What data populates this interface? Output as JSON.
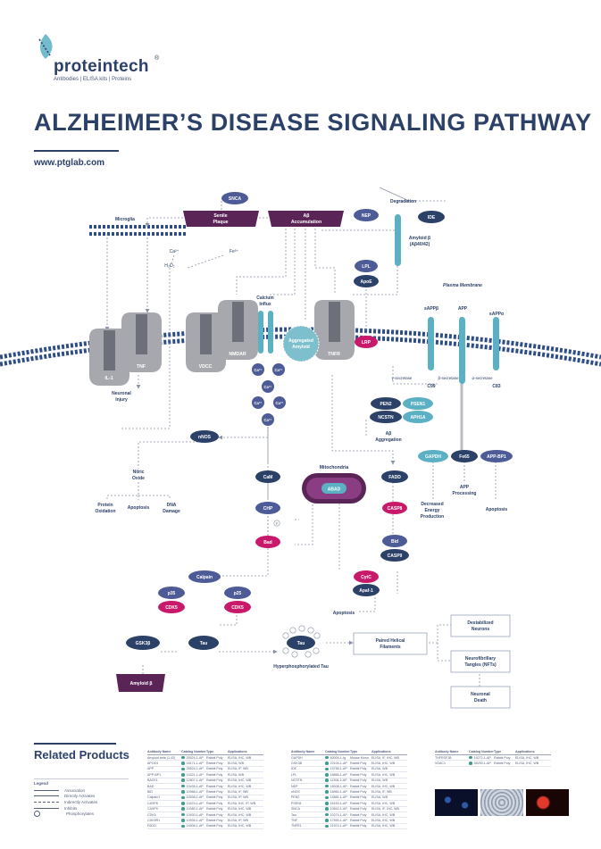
{
  "brand": {
    "name": "proteintech",
    "registered": "®",
    "tagline": "Antibodies  |  ELISA kits  |  Proteins"
  },
  "title": "ALZHEIMER’S DISEASE SIGNALING PATHWAY",
  "website": "www.ptglab.com",
  "colors": {
    "navy": "#2c4168",
    "slate": "#4d5b96",
    "purple_dark": "#5b2457",
    "magenta": "#c8196b",
    "teal": "#5bb0c4",
    "teal_light": "#7dbfcc",
    "gray_receptor": "#a7a8ad",
    "membrane": "#2e4d86"
  },
  "diagram": {
    "top": {
      "snca": "SNCA",
      "senile_plaque": [
        "Senile",
        "Plaque"
      ],
      "ab_accumulation": [
        "Aβ",
        "Accumulation"
      ],
      "nep": "NEP",
      "ide": "IDE",
      "degradation": "Degradation",
      "microglia": "Microglia",
      "ca": "Ca²⁺",
      "fe": "Fe³⁺",
      "h2o2": "H₂O₂",
      "amyloid_beta_ab": [
        "Amyloid β",
        "(Aβ40/42)"
      ],
      "lpl": "LPL",
      "apoe": "ApoE",
      "plasma_membrane": "Plasma Membrane"
    },
    "membrane": {
      "il1": "IL-1",
      "tnf": "TNF",
      "vdcc": "VDCC",
      "nmdar": "NMDAR",
      "calcium_influx": [
        "Calcium",
        "Influx"
      ],
      "aggregated_amyloid": [
        "Aggregated",
        "Amyloid"
      ],
      "tnfr": "TNFR",
      "lrp": "LRP",
      "sappb": "sAPPβ",
      "app": "APP",
      "sappa": "sAPPα",
      "b_secretase": "β-secretase",
      "a_secretase": "α-secretase",
      "g_secretase": "γ-secretase",
      "c99": "C99",
      "c83": "C83"
    },
    "calcium": [
      "Ca²⁺",
      "Ca²⁺",
      "Ca²⁺",
      "Ca²⁺",
      "Ca²⁺",
      "Ca²⁺"
    ],
    "gamma_complex": {
      "pen2": "PEN2",
      "psen1": "PSEN1",
      "ncstn": "NCSTN",
      "aph1a": "APH1A",
      "ab_aggregation": [
        "Aβ",
        "Aggregation"
      ]
    },
    "neuronal": {
      "neuronal_injury": [
        "Neuronal",
        "Injury"
      ],
      "nnos": "nNOS",
      "nitric_oxide": [
        "Nitric",
        "Oxide"
      ],
      "protein_oxidation": [
        "Protein",
        "Oxidation"
      ],
      "apoptosis": "Apoptosis",
      "dna_damage": [
        "DNA",
        "Damage"
      ]
    },
    "app_path": {
      "gapdh": "GAPDH",
      "fe65": "Fe65",
      "appbp1": "APP-BP1",
      "decreased_energy": [
        "Decreased",
        "Energy",
        "Production"
      ],
      "app_processing": [
        "APP",
        "Processing"
      ],
      "apoptosis": "Apoptosis"
    },
    "mid": {
      "cam": "CaM",
      "mitochondria": "Mitochondria",
      "abad": "ABAD",
      "fadd": "FADD",
      "chp": "CHP",
      "casp8": "CASP8",
      "p": "P",
      "bad": "Bad",
      "bid": "Bid",
      "casp9": "CASP9",
      "cytc": "CytC",
      "apaf1": "Apaf-1",
      "apoptosis": "Apoptosis"
    },
    "bottom": {
      "calpain": "Calpain",
      "p35": "p35",
      "cdk5a": "CDK5",
      "p25": "p25",
      "cdk5b": "CDK5",
      "gsk3b": "GSK3β",
      "tau": "Tau",
      "tau_p": "Tau",
      "hyper_tau": "Hyperphosphorylated Tau",
      "phf": [
        "Paired Helical",
        "Filaments"
      ],
      "destabilized": [
        "Destabilized",
        "Neurons"
      ],
      "nft": [
        "Neurofibrillary",
        "Tangles (NFTs)"
      ],
      "death": [
        "Neuronal",
        "Death"
      ],
      "amyloid_beta_bottom": "Amyloid β"
    }
  },
  "related": {
    "title": "Related Products",
    "legend": {
      "header": "Legend",
      "items": [
        "Association",
        "Directly Activates",
        "Indirectly Activates",
        "Inhibits",
        "Phosphorylates"
      ]
    },
    "table_headers": [
      "Antibody Name",
      "Catalog Number",
      "Type",
      "Applications"
    ],
    "tables": [
      {
        "rows": [
          [
            "Amyloid beta (1-42)",
            "25524-1-AP",
            "Rabbit Poly",
            "ELISA, IHC, WB"
          ],
          [
            "APOE4",
            "18171-1-AP",
            "Rabbit Poly",
            "ELISA, WB"
          ],
          [
            "APP",
            "25524-1-AP",
            "Rabbit Poly",
            "ELISA, IF, WB"
          ],
          [
            "APP-BP1",
            "14321-1-AP",
            "Rabbit Poly",
            "ELISA, WB"
          ],
          [
            "BACE1",
            "12807-1-AP",
            "Rabbit Poly",
            "ELISA, IHC, WB"
          ],
          [
            "BAD",
            "10435-1-AP",
            "Rabbit Poly",
            "ELISA, IHC, WB"
          ],
          [
            "BID",
            "10988-1-AP",
            "Rabbit Poly",
            "ELISA, IF, WB"
          ],
          [
            "Calpain1",
            "10538-1-AP",
            "Rabbit Poly",
            "ELISA, IP, WB"
          ],
          [
            "CASP8",
            "13423-1-AP",
            "Rabbit Poly",
            "ELISA, IHC, IP, WB"
          ],
          [
            "CASP9",
            "10380-1-AP",
            "Rabbit Poly",
            "ELISA, IHC, WB"
          ],
          [
            "CDK5",
            "10430-1-AP",
            "Rabbit Poly",
            "ELISA, IHC, WB"
          ],
          [
            "CDK5R1",
            "10935-1-AP",
            "Rabbit Poly",
            "ELISA, IP, WB"
          ],
          [
            "FADD",
            "14906-1-AP",
            "Rabbit Poly",
            "ELISA, IHC, WB"
          ]
        ]
      },
      {
        "rows": [
          [
            "GAPDH",
            "60004-1-Ig",
            "Mouse Mono",
            "ELISA, IF, IHC, WB"
          ],
          [
            "GSK3B",
            "22104-1-AP",
            "Rabbit Poly",
            "ELISA, IHC, WB"
          ],
          [
            "IDE",
            "15758-1-AP",
            "Rabbit Poly",
            "ELISA, WB"
          ],
          [
            "LPL",
            "18866-1-AP",
            "Rabbit Poly",
            "ELISA, IHC, WB"
          ],
          [
            "NCSTN",
            "11306-1-AP",
            "Rabbit Poly",
            "ELISA, WB"
          ],
          [
            "NEP",
            "18008-1-AP",
            "Rabbit Poly",
            "ELISA, IHC, WB"
          ],
          [
            "nNOS",
            "18984-1-AP",
            "Rabbit Poly",
            "ELISA, IF, WB"
          ],
          [
            "PEN2",
            "14881-1-AP",
            "Rabbit Poly",
            "ELISA, WB"
          ],
          [
            "PSEN1",
            "16163-1-AP",
            "Rabbit Poly",
            "ELISA, IHC, WB"
          ],
          [
            "SNCA",
            "10842-1-AP",
            "Rabbit Poly",
            "ELISA, IF, IHC, WB"
          ],
          [
            "Tau",
            "10274-1-AP",
            "Rabbit Poly",
            "ELISA, IHC, WB"
          ],
          [
            "TNF",
            "17590-1-AP",
            "Rabbit Poly",
            "ELISA, IHC, WB"
          ],
          [
            "TNFR1",
            "21574-1-AP",
            "Rabbit Poly",
            "ELISA, IHC, WB"
          ]
        ]
      },
      {
        "rows": [
          [
            "TNFRSF1B",
            "19272-1-AP",
            "Rabbit Poly",
            "ELISA, IHC, WB"
          ],
          [
            "VDAC1",
            "55259-1-AP",
            "Rabbit Poly",
            "ELISA, IHC, WB"
          ]
        ]
      }
    ]
  }
}
